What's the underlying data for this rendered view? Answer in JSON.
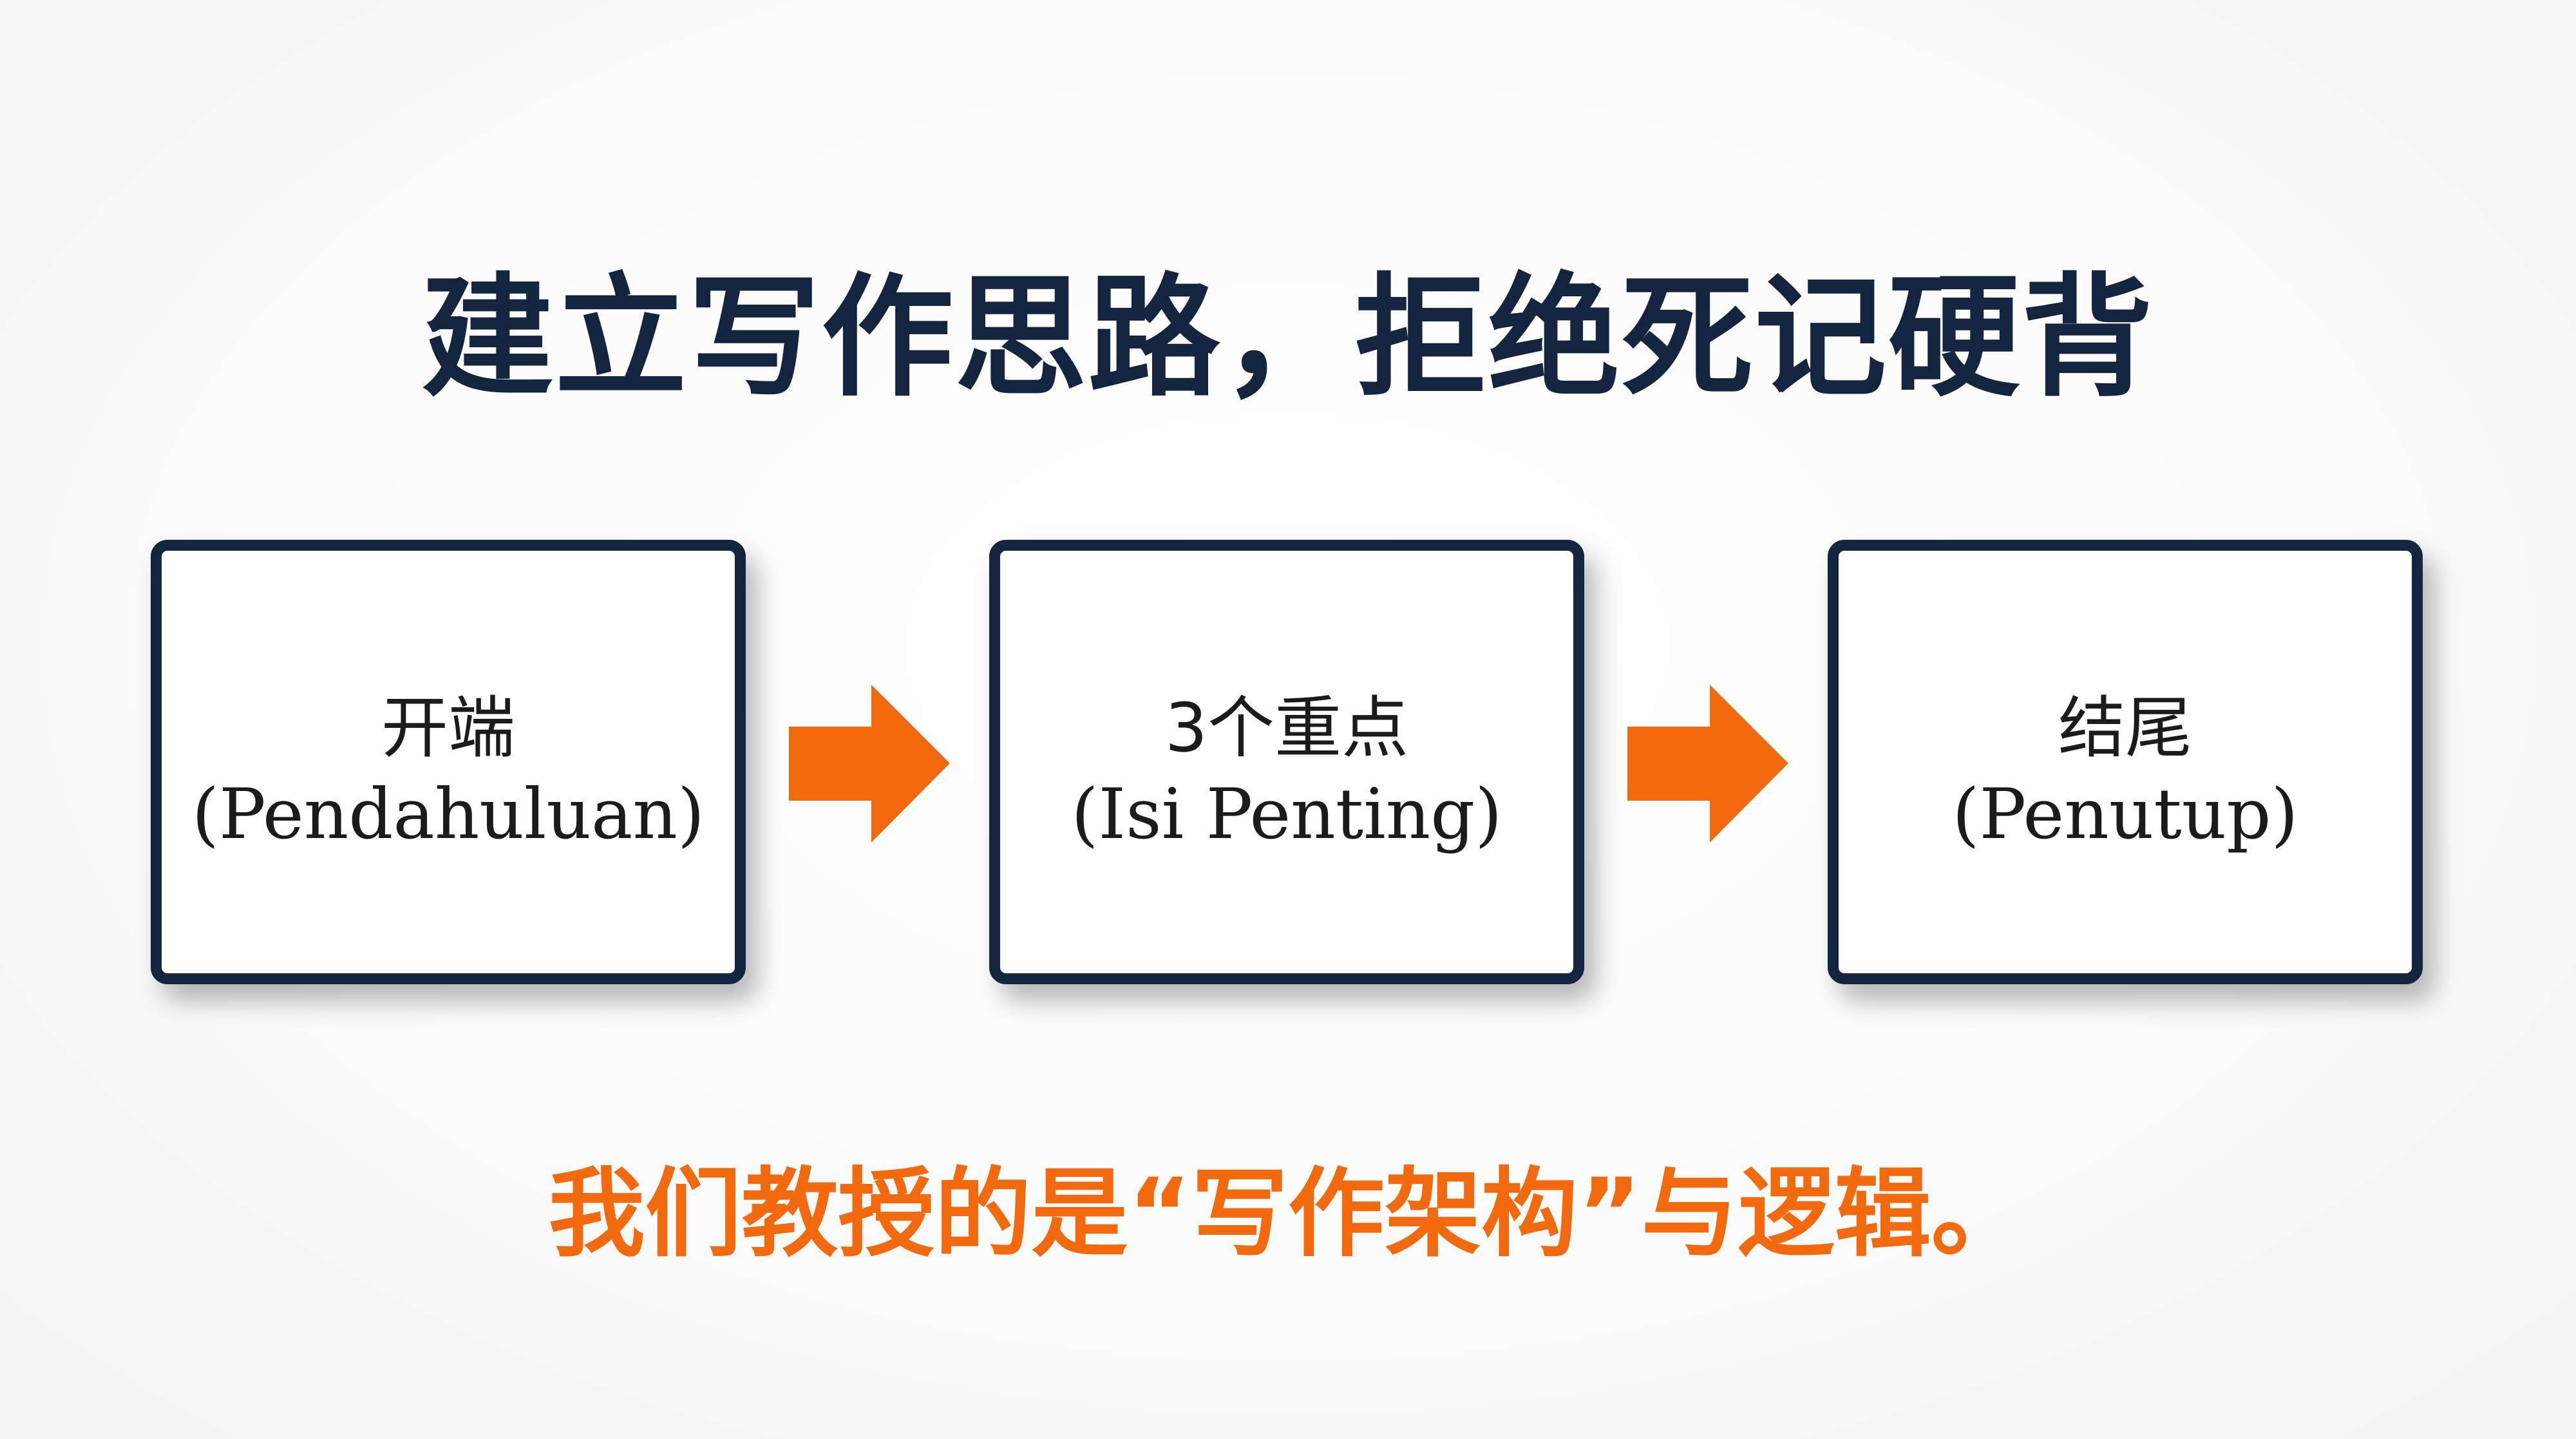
{
  "title": "建立写作思路，拒绝死记硬背",
  "steps": [
    {
      "label_cn": "开端",
      "label_en": "(Pendahuluan)"
    },
    {
      "label_cn": "3个重点",
      "label_en": "(Isi Penting)"
    },
    {
      "label_cn": "结尾",
      "label_en": "(Penutup)"
    }
  ],
  "tagline": "我们教授的是“写作架构”与逻辑。",
  "colors": {
    "title": "#13253f",
    "box_border": "#13253f",
    "arrow": "#f26a0d",
    "tagline": "#f26a0d"
  },
  "icons": {
    "arrow": "right-arrow-icon"
  }
}
